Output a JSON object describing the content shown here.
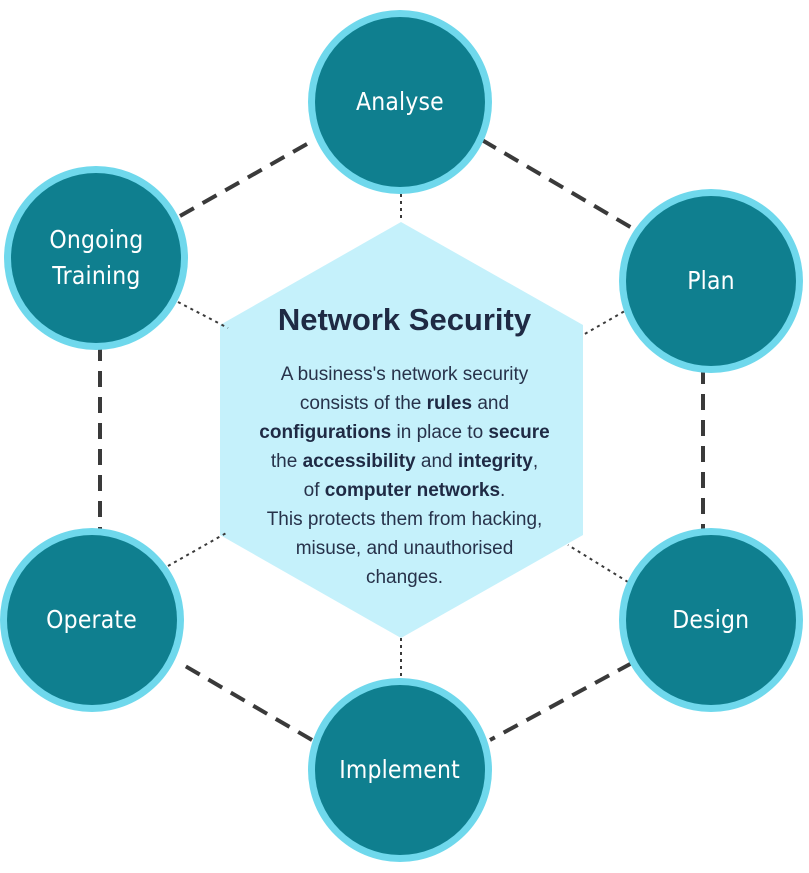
{
  "title": "Network Security",
  "description": [
    [
      {
        "t": "A business's network security",
        "b": false
      }
    ],
    [
      {
        "t": "consists of the ",
        "b": false
      },
      {
        "t": "rules",
        "b": true
      },
      {
        "t": " and",
        "b": false
      }
    ],
    [
      {
        "t": "configurations",
        "b": true
      },
      {
        "t": " in place to ",
        "b": false
      },
      {
        "t": "secure",
        "b": true
      }
    ],
    [
      {
        "t": "the ",
        "b": false
      },
      {
        "t": "accessibility",
        "b": true
      },
      {
        "t": " and ",
        "b": false
      },
      {
        "t": "integrity",
        "b": true
      },
      {
        "t": ",",
        "b": false
      }
    ],
    [
      {
        "t": "of ",
        "b": false
      },
      {
        "t": "computer networks",
        "b": true
      },
      {
        "t": ".",
        "b": false
      }
    ],
    [
      {
        "t": "This protects them from hacking,",
        "b": false
      }
    ],
    [
      {
        "t": "misuse, and unauthorised",
        "b": false
      }
    ],
    [
      {
        "t": "changes.",
        "b": false
      }
    ]
  ],
  "stages": [
    {
      "name": "analyse",
      "label": "Analyse"
    },
    {
      "name": "plan",
      "label": "Plan"
    },
    {
      "name": "design",
      "label": "Design"
    },
    {
      "name": "implement",
      "label": "Implement"
    },
    {
      "name": "operate",
      "label": "Operate"
    },
    {
      "name": "ongoing-training",
      "label": "Ongoing\nTraining"
    }
  ],
  "colors": {
    "node_fill": "#0f7f8f",
    "node_ring": "#6fd8ec",
    "hexagon_fill": "#c5f1fb",
    "connector": "#3a3a3a",
    "text_dark": "#1f2a44"
  }
}
